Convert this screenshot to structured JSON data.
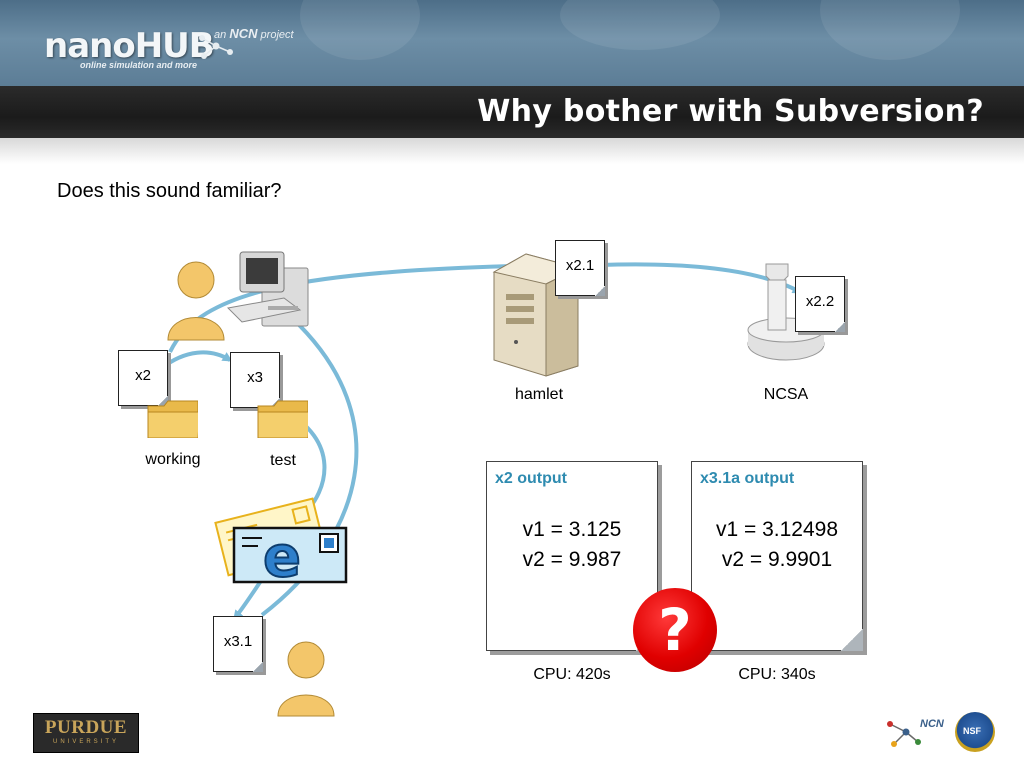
{
  "header": {
    "logo": "nanoHUB",
    "logo_tagline": "online simulation and more",
    "ncn_prefix": "an",
    "ncn_name": "NCN",
    "ncn_suffix": "project"
  },
  "slide": {
    "title": "Why bother with Subversion?",
    "subtitle": "Does this sound familiar?"
  },
  "diagram": {
    "files": {
      "x2": "x2",
      "x3": "x3",
      "x2_1": "x2.1",
      "x2_2": "x2.2",
      "x3_1": "x3.1"
    },
    "folders": {
      "working": "working",
      "test": "test"
    },
    "machines": {
      "hamlet": "hamlet",
      "ncsa": "NCSA"
    },
    "outputs": [
      {
        "header": "x2 output",
        "v1": "v1 = 3.125",
        "v2": "v2 = 9.987",
        "cpu": "CPU: 420s"
      },
      {
        "header": "x3.1a output",
        "v1": "v1 = 3.12498",
        "v2": "v2 = 9.9901",
        "cpu": "CPU: 340s"
      }
    ],
    "question_mark": "?",
    "email_letter": "e"
  },
  "footer": {
    "purdue": "PURDUE",
    "purdue_sub": "UNIVERSITY",
    "ncn": "NCN",
    "nsf": "NSF"
  },
  "colors": {
    "arrow": "#7bbad8",
    "output_header": "#2e8bb0",
    "question_red": "#e00000",
    "folder": "#f1c75a"
  }
}
